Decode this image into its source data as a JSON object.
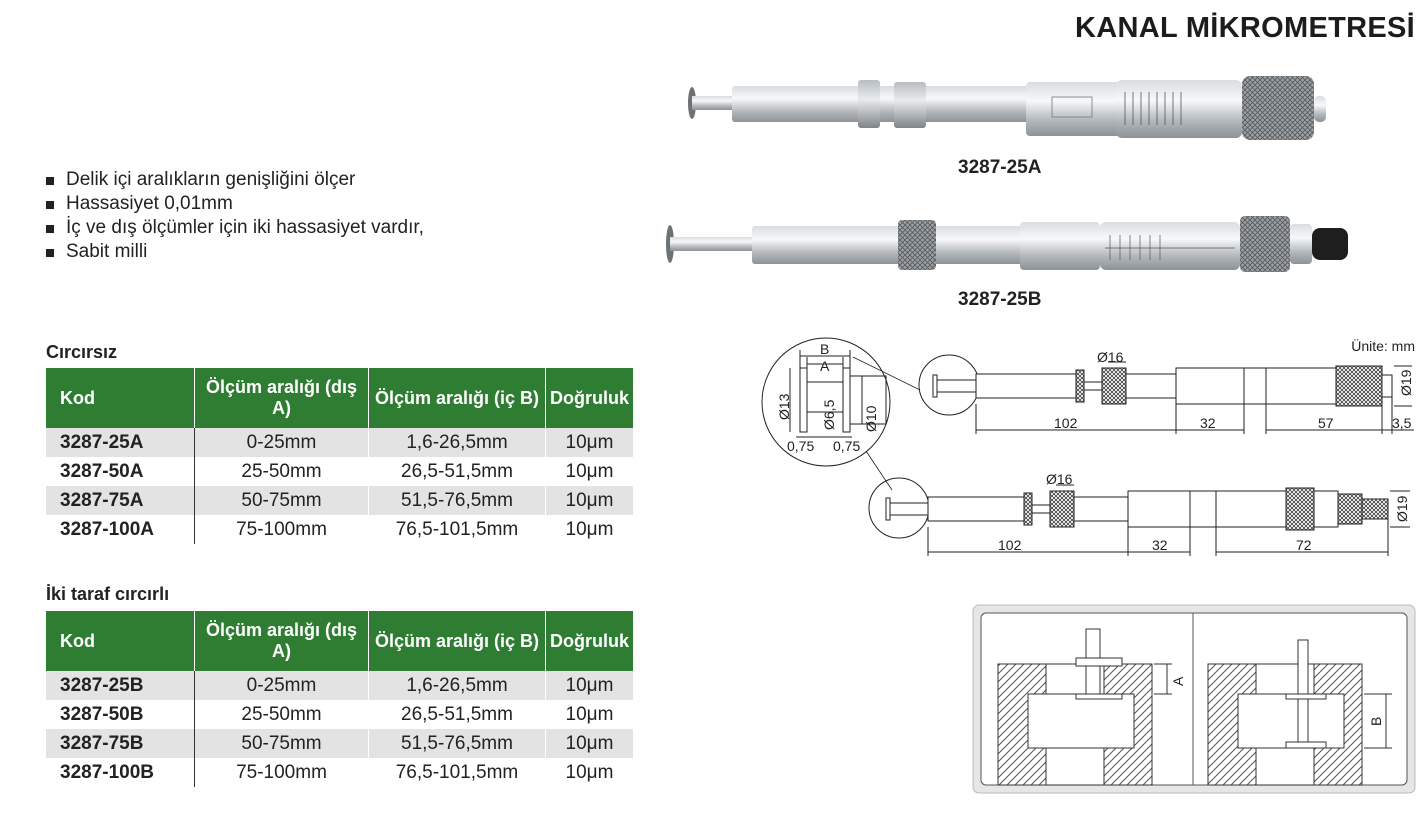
{
  "page": {
    "title": "KANAL MİKROMETRESİ",
    "unit_note": "Ünite: mm"
  },
  "features": [
    "Delik içi aralıkların genişliğini ölçer",
    "Hassasiyet 0,01mm",
    "İç ve dış ölçümler için iki hassasiyet vardır,",
    "Sabit milli"
  ],
  "products": {
    "a_caption": "3287-25A",
    "b_caption": "3287-25B"
  },
  "tables": [
    {
      "title": "Cırcırsız",
      "headers": [
        "Kod",
        "Ölçüm aralığı (dış A)",
        "Ölçüm aralığı (iç B)",
        "Doğruluk"
      ],
      "rows": [
        [
          "3287-25A",
          "0-25mm",
          "1,6-26,5mm",
          "10μm"
        ],
        [
          "3287-50A",
          "25-50mm",
          "26,5-51,5mm",
          "10μm"
        ],
        [
          "3287-75A",
          "50-75mm",
          "51,5-76,5mm",
          "10μm"
        ],
        [
          "3287-100A",
          "75-100mm",
          "76,5-101,5mm",
          "10μm"
        ]
      ]
    },
    {
      "title": "İki taraf cırcırlı",
      "headers": [
        "Kod",
        "Ölçüm aralığı (dış A)",
        "Ölçüm aralığı (iç B)",
        "Doğruluk"
      ],
      "rows": [
        [
          "3287-25B",
          "0-25mm",
          "1,6-26,5mm",
          "10μm"
        ],
        [
          "3287-50B",
          "25-50mm",
          "26,5-51,5mm",
          "10μm"
        ],
        [
          "3287-75B",
          "50-75mm",
          "51,5-76,5mm",
          "10μm"
        ],
        [
          "3287-100B",
          "75-100mm",
          "76,5-101,5mm",
          "10μm"
        ]
      ]
    }
  ],
  "drawing": {
    "detail": {
      "b": "B",
      "a": "A",
      "d13": "Ø13",
      "d65": "Ø6,5",
      "d10": "Ø10",
      "w1": "0,75",
      "w2": "0,75"
    },
    "top": {
      "d16": "Ø16",
      "d19": "Ø19",
      "l1": "102",
      "l2": "32",
      "l3": "57",
      "l4": "3,5"
    },
    "bottom": {
      "d16": "Ø16",
      "d19": "Ø19",
      "l1": "102",
      "l2": "32",
      "l3": "72"
    },
    "usage": {
      "a": "A",
      "b": "B"
    }
  }
}
